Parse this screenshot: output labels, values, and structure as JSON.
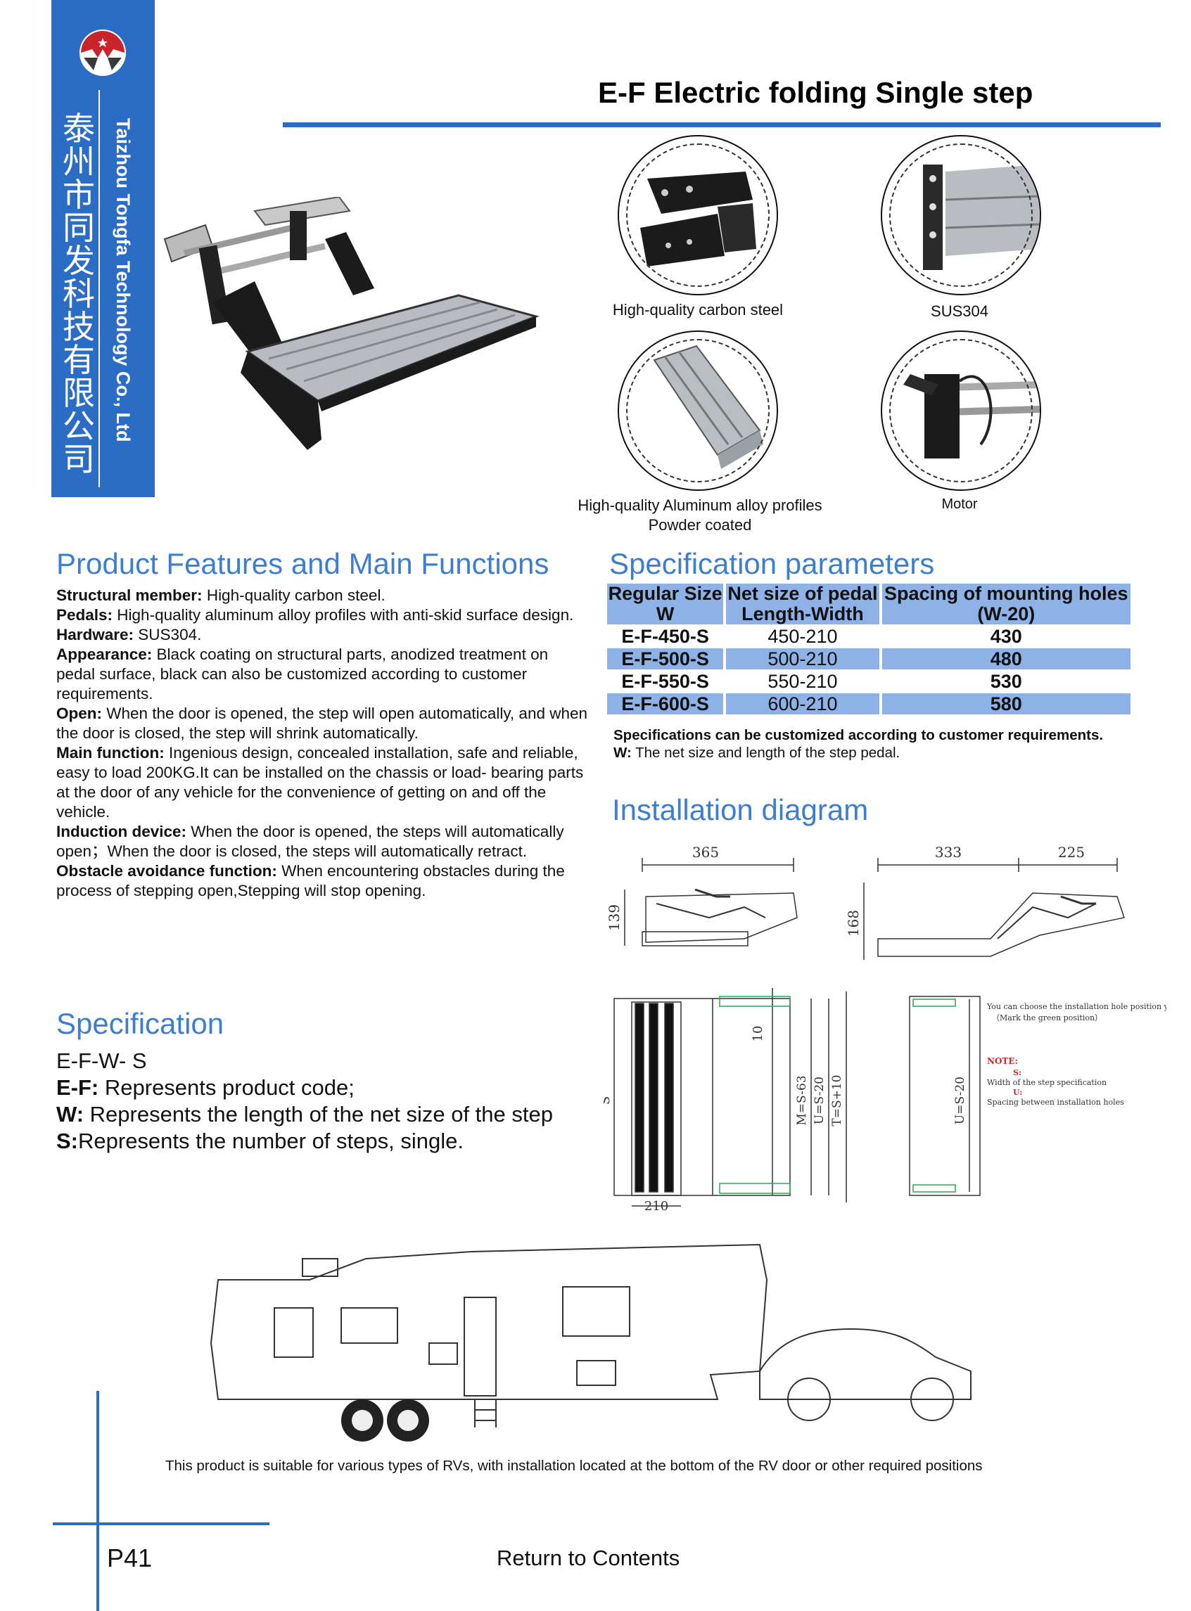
{
  "company": {
    "name_cn": "泰州市同发科技有限公司",
    "name_en": "Taizhou Tongfa Technology Co., Ltd"
  },
  "header": {
    "title": "E-F Electric folding Single step"
  },
  "materials": [
    {
      "caption": "High-quality carbon steel",
      "icon": "bracket-detail"
    },
    {
      "caption": "SUS304",
      "icon": "mount-plate-detail"
    },
    {
      "caption_line1": "High-quality Aluminum alloy profiles",
      "caption_line2": "Powder coated",
      "icon": "aluminum-profile-detail"
    },
    {
      "caption": "Motor",
      "icon": "motor-detail"
    }
  ],
  "features": {
    "heading": "Product Features and Main Functions",
    "items": [
      {
        "label": "Structural member:",
        "text": " High-quality carbon steel."
      },
      {
        "label": "Pedals:",
        "text": " High-quality aluminum alloy profiles with anti-skid surface design."
      },
      {
        "label": "Hardware:",
        "text": " SUS304."
      },
      {
        "label": "Appearance:",
        "text": " Black coating on structural parts, anodized treatment on pedal surface, black can also be customized according to customer requirements."
      },
      {
        "label": "Open:",
        "text": " When the door is opened, the step will open automatically, and when the door is closed, the step will shrink automatically."
      },
      {
        "label": "Main function:",
        "text": " Ingenious design, concealed installation, safe and reliable, easy to load 200KG.It can be installed on the chassis or load- bearing parts at the door of any vehicle for the convenience of getting on and off the vehicle."
      },
      {
        "label": "Induction device:",
        "text": " When the door is opened, the steps will automatically open；When the door is closed, the steps will automatically retract."
      },
      {
        "label": "Obstacle avoidance function:",
        "text": " When encountering obstacles during the process of stepping open,Stepping will stop opening."
      }
    ]
  },
  "spec_params": {
    "heading": "Specification parameters",
    "headers": [
      "Regular Size W",
      "Net size of pedal Length-Width",
      "Spacing of mounting holes (W-20)"
    ],
    "header_lines": [
      [
        "Regular Size",
        "W"
      ],
      [
        "Net size of pedal",
        "Length-Width"
      ],
      [
        "Spacing of mounting holes",
        "(W-20)"
      ]
    ],
    "rows": [
      [
        "E-F-450-S",
        "450-210",
        "430"
      ],
      [
        "E-F-500-S",
        "500-210",
        "480"
      ],
      [
        "E-F-550-S",
        "550-210",
        "530"
      ],
      [
        "E-F-600-S",
        "600-210",
        "580"
      ]
    ],
    "note1": "Specifications can be customized according to customer requirements.",
    "note2_label": "W:",
    "note2_text": " The net size and length of the step pedal."
  },
  "install": {
    "heading": "Installation diagram",
    "dims": {
      "a": "365",
      "b": "139",
      "c": "333",
      "d": "225",
      "e": "168",
      "f": "10",
      "g": "S",
      "h": "210",
      "i": "M=S-63",
      "j": "U=S-20",
      "k": "T=S+10",
      "l": "U=S-20"
    },
    "note_choose": "You can choose the installation hole position yourself",
    "note_mark": "（Mark the green position）",
    "note_title": "NOTE:",
    "note_s_label": "S:",
    "note_s_text": "Width of the step specification",
    "note_u_label": "U:",
    "note_u_text": "Spacing between installation holes"
  },
  "specification": {
    "heading": "Specification",
    "code": "E-F-W- S",
    "lines": [
      {
        "label": "E-F:",
        "text": " Represents product code;"
      },
      {
        "label": "W:",
        "text": " Represents the length of the net size of the step"
      },
      {
        "label": "S:",
        "text": "Represents the number of steps, single."
      }
    ]
  },
  "rv_caption": "This product is suitable for various types of RVs, with installation located at the bottom of the RV door or other required positions",
  "footer": {
    "page": "P41",
    "return_label": "Return to Contents"
  },
  "colors": {
    "accent": "#2b6cc4",
    "heading": "#3d7fce",
    "table_highlight": "#8eb2e6"
  }
}
